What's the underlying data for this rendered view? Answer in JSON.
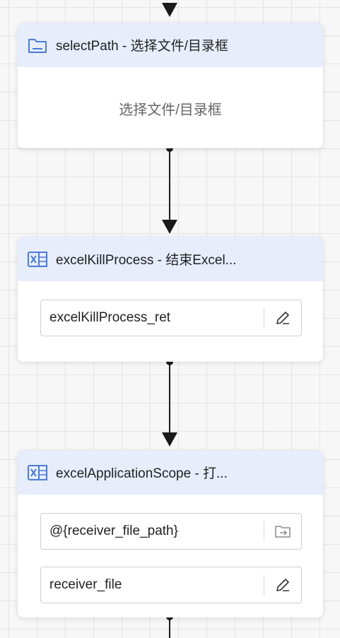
{
  "nodes": [
    {
      "icon": "folder-icon",
      "title": "selectPath - 选择文件/目录框",
      "body_text": "选择文件/目录框"
    },
    {
      "icon": "excel-icon",
      "title": "excelKillProcess - 结束Excel...",
      "fields": [
        {
          "value": "excelKillProcess_ret",
          "action_icon": "edit-icon"
        }
      ]
    },
    {
      "icon": "excel-icon",
      "title": "excelApplicationScope - 打...",
      "fields": [
        {
          "value": "@{receiver_file_path}",
          "action_icon": "folder-open-icon"
        },
        {
          "value": "receiver_file",
          "action_icon": "edit-icon"
        }
      ]
    }
  ],
  "colors": {
    "header_bg": "#e7edfb",
    "icon_blue": "#4a7bd6",
    "connector": "#1a1a1a"
  }
}
